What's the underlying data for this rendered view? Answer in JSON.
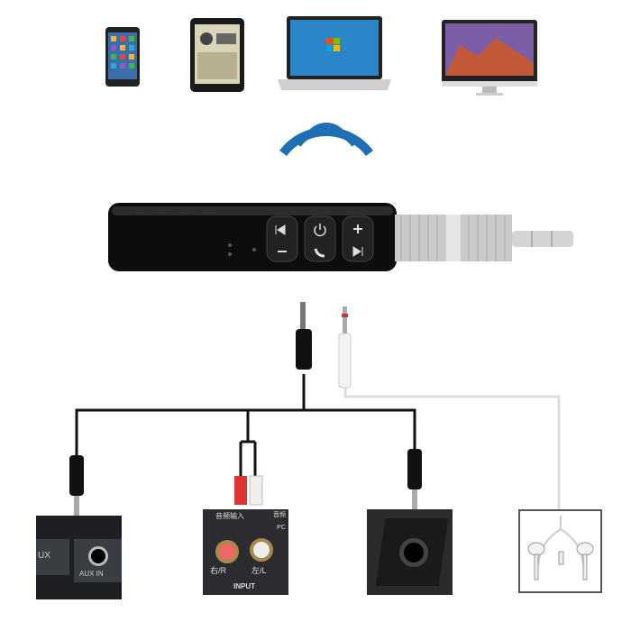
{
  "colors": {
    "wifi": "#1e6fb3",
    "device_body": "#111111",
    "cable": "#111111",
    "white_cable": "#e8e8e8",
    "metal": "#c9c9c9"
  },
  "receiver": {
    "buttons": [
      {
        "icon": "prev-play-icon"
      },
      {
        "icon": "call-power-icon"
      },
      {
        "icon": "volume-next-icon"
      }
    ]
  },
  "panels": {
    "aux": {
      "label_left": "UX",
      "label_right": "AUX IN"
    },
    "rca": {
      "header": "音频输入",
      "side_top": "音频",
      "side_bottom": "PC",
      "right_label": "右/R",
      "left_label": "左/L",
      "footer": "INPUT"
    }
  }
}
